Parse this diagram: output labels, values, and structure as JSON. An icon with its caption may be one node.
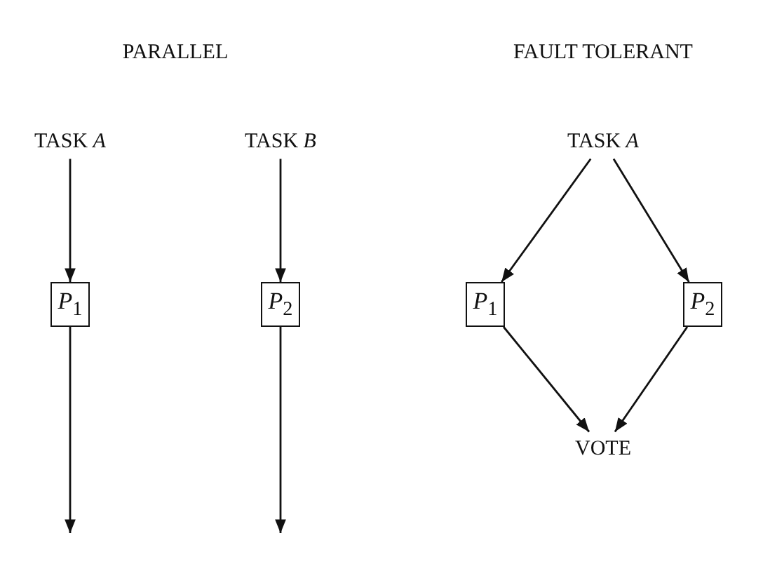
{
  "diagram": {
    "nodes": [
      {
        "text": [
          "TASK *A*"
        ]
      },
      {
        "text": [
          "*P*$_{1}$"
        ]
      },
      {
        "text": [
          "TASK *B*"
        ]
      },
      {
        "text": [
          "*P*$_{2}$"
        ]
      },
      {
        "text": [
          "TASK *A*"
        ]
      },
      {
        "text": [
          "*P*$_{1}$"
        ]
      },
      {
        "text": [
          "*P*$_{2}$"
        ]
      },
      {
        "text": [
          "VOTE"
        ]
      }
    ],
    "edges": [
      {
        "from": 0,
        "to": 1,
        "arrow": "to"
      },
      {
        "from": 1,
        "to": null,
        "arrow": "to"
      },
      {
        "from": 2,
        "to": 3,
        "arrow": "to"
      },
      {
        "from": 3,
        "to": null,
        "arrow": "to"
      },
      {
        "from": 4,
        "to": 5,
        "arrow": "to"
      },
      {
        "from": 4,
        "to": 6,
        "arrow": "to"
      },
      {
        "from": 5,
        "to": 7,
        "arrow": "to"
      },
      {
        "from": 6,
        "to": 7,
        "arrow": "to"
      }
    ],
    "labels": [
      "PARALLEL",
      "FAULT TOLERANT"
    ]
  }
}
